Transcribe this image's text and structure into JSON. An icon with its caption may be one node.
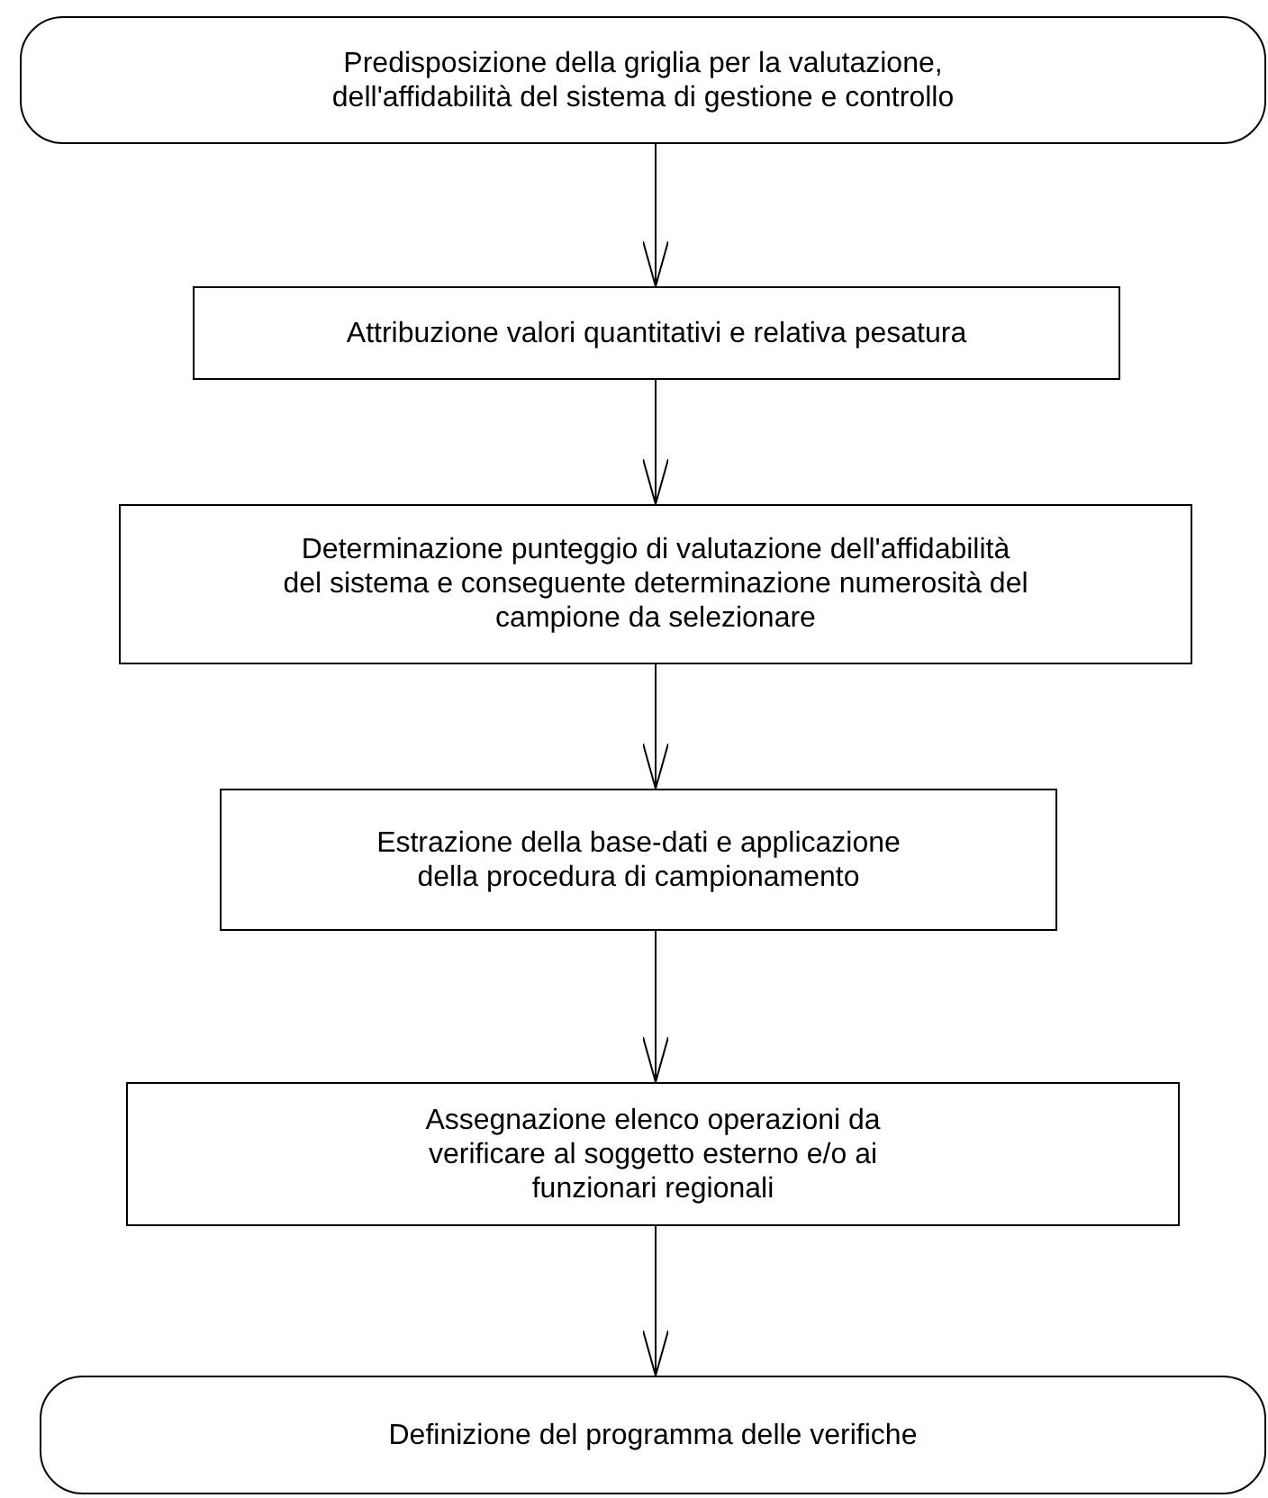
{
  "diagram": {
    "nodes": [
      {
        "text": [
          "Predisposizione della griglia per la valutazione, dell'affidabilità del sistema di gestione e controllo"
        ]
      },
      {
        "text": [
          "Attribuzione valori quantitativi e relativa pesatura"
        ]
      },
      {
        "text": [
          "Determinazione punteggio di valutazione dell'affidabilità del sistema e conseguente determinazione numerosità del campione da selezionare"
        ]
      },
      {
        "text": [
          "Estrazione della base-dati e applicazione della procedura di campionamento"
        ]
      },
      {
        "text": [
          "Assegnazione elenco operazioni da verificare al soggetto esterno e/o ai funzionari regionali"
        ]
      },
      {
        "text": [
          "Definizione del programma delle verifiche"
        ]
      }
    ],
    "edges": [
      {
        "from": 0,
        "to": 1,
        "arrow": "to"
      },
      {
        "from": 1,
        "to": 2,
        "arrow": "to"
      },
      {
        "from": 2,
        "to": 3,
        "arrow": "to"
      },
      {
        "from": 3,
        "to": 4,
        "arrow": "to"
      },
      {
        "from": 4,
        "to": 5,
        "arrow": "to"
      }
    ]
  }
}
